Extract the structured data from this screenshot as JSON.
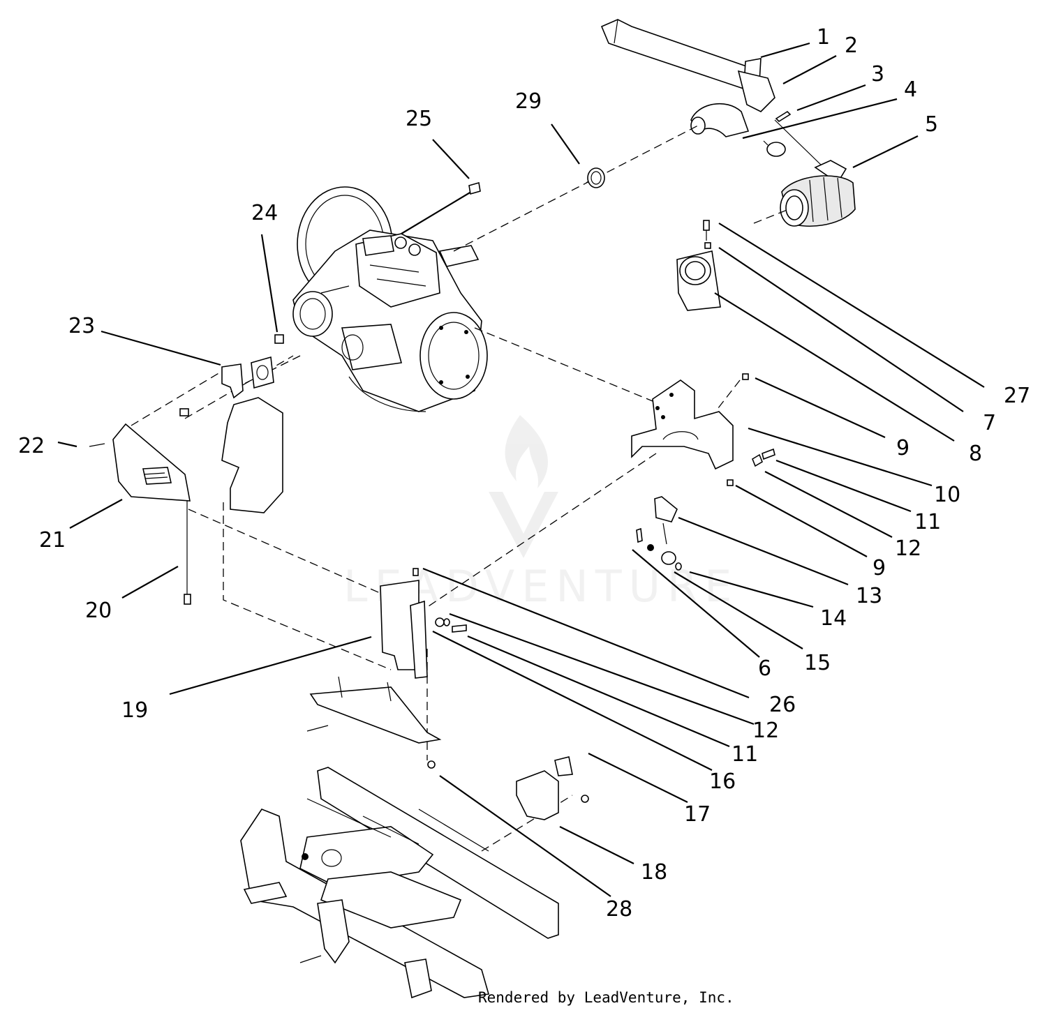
{
  "footer": "Rendered by LeadVenture, Inc.",
  "watermark": {
    "text": "LEADVENTURE"
  },
  "callouts": [
    {
      "id": "c1",
      "label": "1"
    },
    {
      "id": "c2",
      "label": "2"
    },
    {
      "id": "c3",
      "label": "3"
    },
    {
      "id": "c4",
      "label": "4"
    },
    {
      "id": "c5",
      "label": "5"
    },
    {
      "id": "c6",
      "label": "6"
    },
    {
      "id": "c7",
      "label": "7"
    },
    {
      "id": "c8",
      "label": "8"
    },
    {
      "id": "c9a",
      "label": "9"
    },
    {
      "id": "c9b",
      "label": "9"
    },
    {
      "id": "c10",
      "label": "10"
    },
    {
      "id": "c11a",
      "label": "11"
    },
    {
      "id": "c11b",
      "label": "11"
    },
    {
      "id": "c12a",
      "label": "12"
    },
    {
      "id": "c12b",
      "label": "12"
    },
    {
      "id": "c13",
      "label": "13"
    },
    {
      "id": "c14",
      "label": "14"
    },
    {
      "id": "c15",
      "label": "15"
    },
    {
      "id": "c16",
      "label": "16"
    },
    {
      "id": "c17",
      "label": "17"
    },
    {
      "id": "c18",
      "label": "18"
    },
    {
      "id": "c19",
      "label": "19"
    },
    {
      "id": "c20",
      "label": "20"
    },
    {
      "id": "c21",
      "label": "21"
    },
    {
      "id": "c22",
      "label": "22"
    },
    {
      "id": "c23",
      "label": "23"
    },
    {
      "id": "c24",
      "label": "24"
    },
    {
      "id": "c25",
      "label": "25"
    },
    {
      "id": "c26",
      "label": "26"
    },
    {
      "id": "c27",
      "label": "27"
    },
    {
      "id": "c28",
      "label": "28"
    },
    {
      "id": "c29",
      "label": "29"
    }
  ]
}
